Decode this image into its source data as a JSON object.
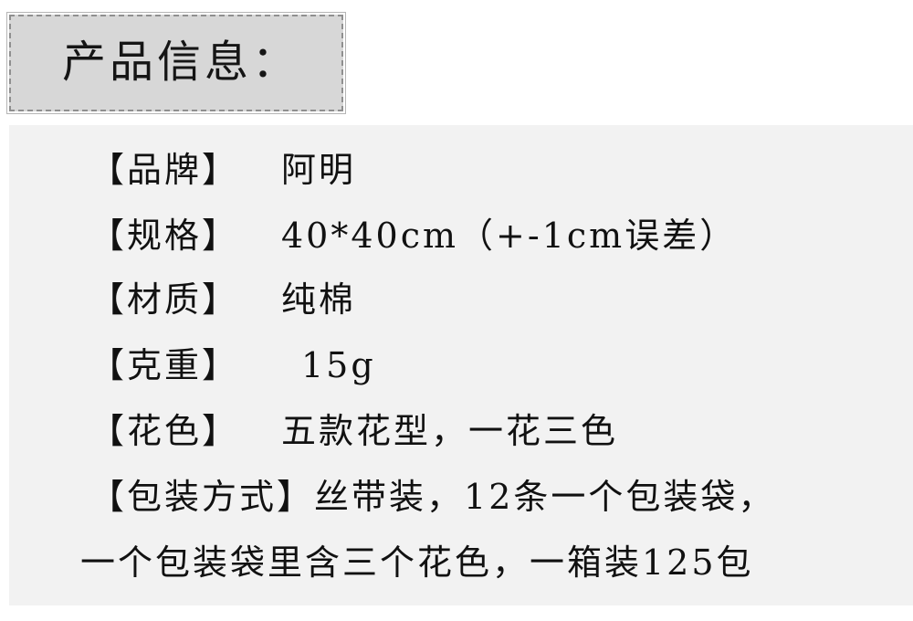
{
  "header": {
    "title": "产品信息："
  },
  "info": {
    "brand": {
      "label": "【品牌】",
      "value": "阿明"
    },
    "spec": {
      "label": "【规格】",
      "value": "40*40cm（+-1cm误差）"
    },
    "material": {
      "label": "【材质】",
      "value": "纯棉"
    },
    "weight": {
      "label": "【克重】",
      "value": "15g"
    },
    "pattern": {
      "label": "【花色】",
      "value": "五款花型，一花三色"
    },
    "packaging": {
      "label": "【包装方式】",
      "value": "丝带装，12条一个包装袋，",
      "continuation": "一个包装袋里含三个花色，一箱装125包"
    }
  }
}
